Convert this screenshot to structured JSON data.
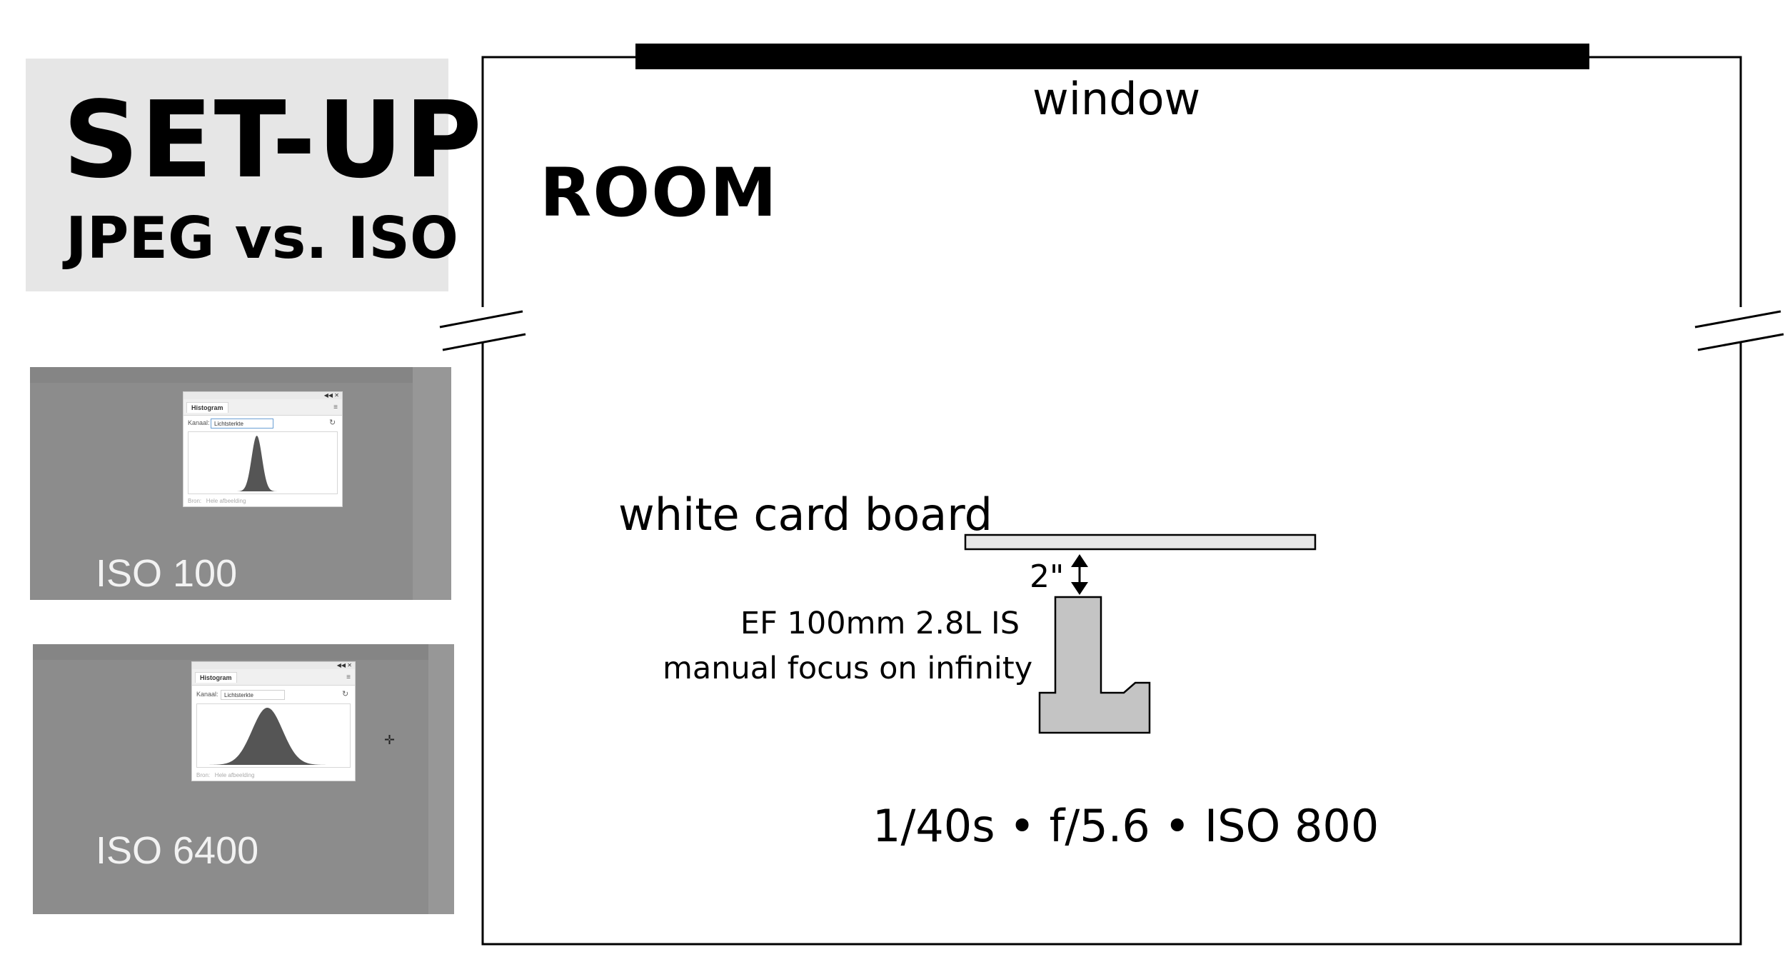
{
  "title": {
    "main": "SET-UP",
    "sub": "JPEG vs. ISO"
  },
  "thumbnails": [
    {
      "label": "ISO 100",
      "panel": {
        "tab": "Histogram",
        "channel_label": "Kanaal:",
        "channel_value": "Lichtsterkte",
        "source_label": "Bron:",
        "source_value": "Hele afbeelding"
      },
      "histogram": {
        "mean": 0.46,
        "spread": 0.035
      }
    },
    {
      "label": "ISO 6400",
      "panel": {
        "tab": "Histogram",
        "channel_label": "Kanaal:",
        "channel_value": "Lichtsterkte",
        "source_label": "Bron:",
        "source_value": "Hele afbeelding"
      },
      "histogram": {
        "mean": 0.46,
        "spread": 0.1
      }
    }
  ],
  "room": {
    "window_label": "window",
    "room_label": "ROOM",
    "card_label": "white card board",
    "gap_label": "2\"",
    "lens_line1": "EF 100mm 2.8L IS",
    "lens_line2": "manual focus on infinity",
    "exposure": "1/40s • f/5.6 • ISO 800"
  },
  "colors": {
    "title_bg": "#e6e6e6",
    "thumb_bg": "#8c8c8c",
    "camera_fill": "#c4c4c4",
    "card_fill": "#e6e6e6"
  }
}
